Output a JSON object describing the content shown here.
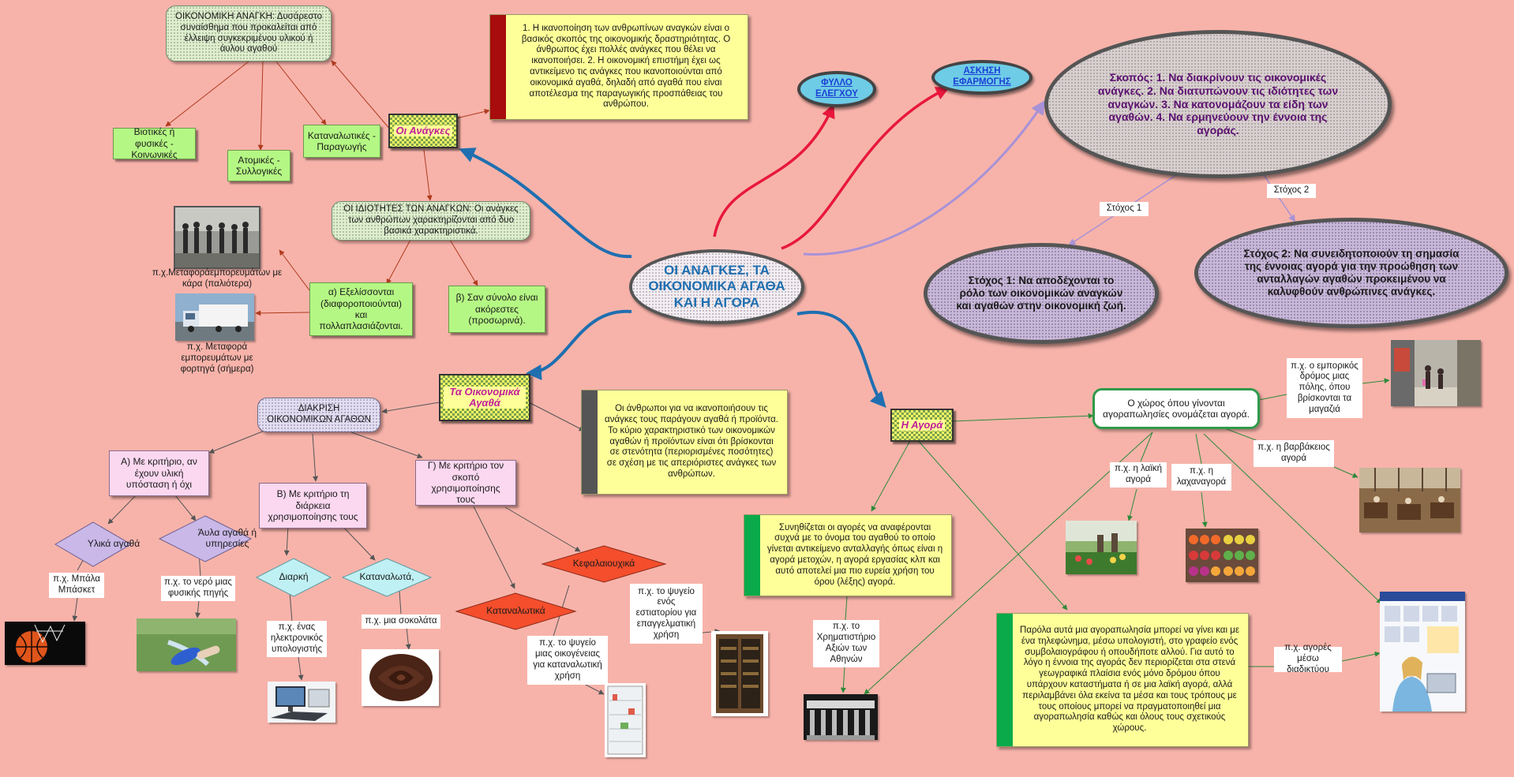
{
  "center": {
    "title": "ΟΙ ΑΝΑΓΚΕΣ, ΤΑ ΟΙΚΟΝΟΜΙΚΑ ΑΓΑΘΑ ΚΑΙ Η ΑΓΟΡΑ"
  },
  "needs": {
    "hub": "Οι Ανάγκες",
    "economic_need": "ΟΙΚΟΝΟΜΙΚΗ ΑΝΑΓΚΗ: Δυσάρεστο συναίσθημα που προκαλείται από έλλειψη συγκεκριμένου υλικού ή άυλου αγαθού",
    "biological": "Βιοτικές ή φυσικές - Κοινωνικές",
    "individual": "Ατομικές - Συλλογικές",
    "consumer": "Καταναλωτικές - Παραγωγής",
    "note": "1. Η ικανοποίηση των ανθρωπίνων αναγκών είναι ο βασικός σκοπός της οικονομικής δραστηριότητας. Ο άνθρωπος έχει πολλές ανάγκες που θέλει να ικανοποιήσει. 2. Η οικονομική επιστήμη έχει ως αντικείμενο τις ανάγκες που ικανοποιούνται από οικονομικά αγαθά, δηλαδή από αγαθά που είναι αποτέλεσμα της παραγωγικής προσπάθειας του ανθρώπου.",
    "properties": "ΟΙ ΙΔΙΟΤΗΤΕΣ ΤΩΝ ΑΝΑΓΚΩΝ: Οι ανάγκες των ανθρώπων χαρακτηρίζονται από δυο βασικά χαρακτηριστικά.",
    "prop_a": "α) Εξελίσσονται (διαφοροποιούνται) και πολλαπλασιάζονται.",
    "prop_b": "β) Σαν σύνολο είναι ακόρεστες (προσωρινά).",
    "example_cart": "π.χ.Μεταφοράεμπορευμάτων με κάρα (παλιότερα)",
    "example_truck": "π.χ. Μεταφορά εμπορευμάτων με φορτηγά (σήμερα)"
  },
  "links": {
    "worksheet": "ΦΥΛΛΟ ΕΛΕΓΧΟΥ",
    "exercise": "ΑΣΚΗΣΗ ΕΦΑΡΜΟΓΗΣ"
  },
  "goals": {
    "purpose": "Σκοπός:  1. Να διακρίνουν τις οικονομικές ανάγκες. 2. Να διατυπώνουν τις ιδιότητες των αναγκών. 3. Να κατονομάζουν τα είδη των αγαθών. 4. Να ερμηνεύουν την έννοια της αγοράς.",
    "goal1_tag": "Στόχος 1",
    "goal2_tag": "Στόχος 2",
    "goal1": "Στόχος 1: Να αποδέχονται το ρόλο των οικονομικών αναγκών και αγαθών στην οικονομική ζωή.",
    "goal2": "Στόχος 2:  Να συνειδητοποιούν τη σημασία της έννοιας αγορά για την προώθηση των ανταλλαγών αγαθών προκειμένου να καλυφθούν ανθρώπινες ανάγκες."
  },
  "goods": {
    "hub": "Τα Οικονομικά Αγαθά",
    "note": "Οι άνθρωποι για να ικανοποιήσουν τις ανάγκες τους παράγουν αγαθά ή προϊόντα. Το κύριο χαρακτηριστικό των οικονομικών αγαθών ή προϊόντων είναι ότι βρίσκονται σε στενότητα (περιορισμένες ποσότητες) σε σχέση με τις απεριόριστες ανάγκες των ανθρώπων.",
    "distinction": "ΔΙΑΚΡΙΣΗ ΟΙΚΟΝΟΜΙΚΩΝ ΑΓΑΘΩΝ",
    "crit_a": "Α) Με κριτήριο, αν έχουν υλική υπόσταση ή όχι",
    "crit_b": "Β) Με κριτήριο τη διάρκεια χρησιμοποίησης τους",
    "crit_c": "Γ) Με κριτήριο τον σκοπό χρησιμοποίησης τους",
    "material": "Υλικά αγαθά",
    "immaterial": "Άυλα αγαθά ή υπηρεσίες",
    "durable": "Διαρκή",
    "consumable": "Καταναλωτά,",
    "capital": "Κεφαλαιουχικά",
    "consumer_goods": "Καταναλωτικά",
    "ex_ball": "π.χ. Μπάλα Μπάσκετ",
    "ex_water": "π.χ. το νερό μιας φυσικής πηγής",
    "ex_computer": "π.χ. ένας ηλεκτρονικός υπολογιστής",
    "ex_chocolate": "π.χ. μια σοκολάτα",
    "ex_fridge_home": "π.χ. το ψυγείο μιας οικογένειας για καταναλωτική χρήση",
    "ex_fridge_rest": "π.χ. το ψυγείο ενός εστιατορίου για επαγγελματική χρήση"
  },
  "market": {
    "hub": "Η Αγορά",
    "definition": "Ο χώρος όπου γίνονται αγοραπωλησίες ονομάζεται αγορά.",
    "ex_street": "π.χ. ο εμπορικός δρόμος μιας πόλης, όπου βρίσκονται τα μαγαζιά",
    "ex_butcher": "π.χ. η βαρβάκειος αγορά",
    "ex_laiki": "π.χ. η λαϊκή αγορά",
    "ex_lachano": "π.χ. η λαχαναγορά",
    "ex_internet": "π.χ. αγορές μέσω διαδικτύου",
    "ex_stock": "π.χ. το Χρηματιστήριο Αξιών των Αθηνών",
    "note1": "Συνηθίζεται οι αγορές να αναφέρονται συχνά με το όνομα του αγαθού το οποίο γίνεται αντικείμενο ανταλλαγής όπως είναι η αγορά μετοχών, η αγορά εργασίας κλπ και αυτό αποτελεί μια πιο ευρεία χρήση του όρου (λέξης) αγορά.",
    "note2": "Παρόλα αυτά μια αγοραπωλησία μπορεί να γίνει και με ένα τηλεφώνημα, μέσω υπολογιστή, στο γραφείο ενός συμβολαιογράφου ή οπουδήποτε αλλού. Για αυτό το λόγο η έννοια της αγοράς δεν περιορίζεται στα στενά γεωγραφικά πλαίσια ενός μόνο δρόμου όπου υπάρχουν καταστήματα ή σε μια λαϊκή αγορά, αλλά περιλαμβάνει όλα εκείνα τα μέσα και τους τρόπους με τους οποίους μπορεί να πραγματοποιηθεί μια αγοραπωλησία καθώς και όλους τους σχετικούς χώρους."
  },
  "colors": {
    "background": "#f7b3aa",
    "blue_connector": "#1f6fb0",
    "red_connector": "#e8183c",
    "green_arrow": "#2f8a3a",
    "brown_arrow": "#b03a1e"
  }
}
